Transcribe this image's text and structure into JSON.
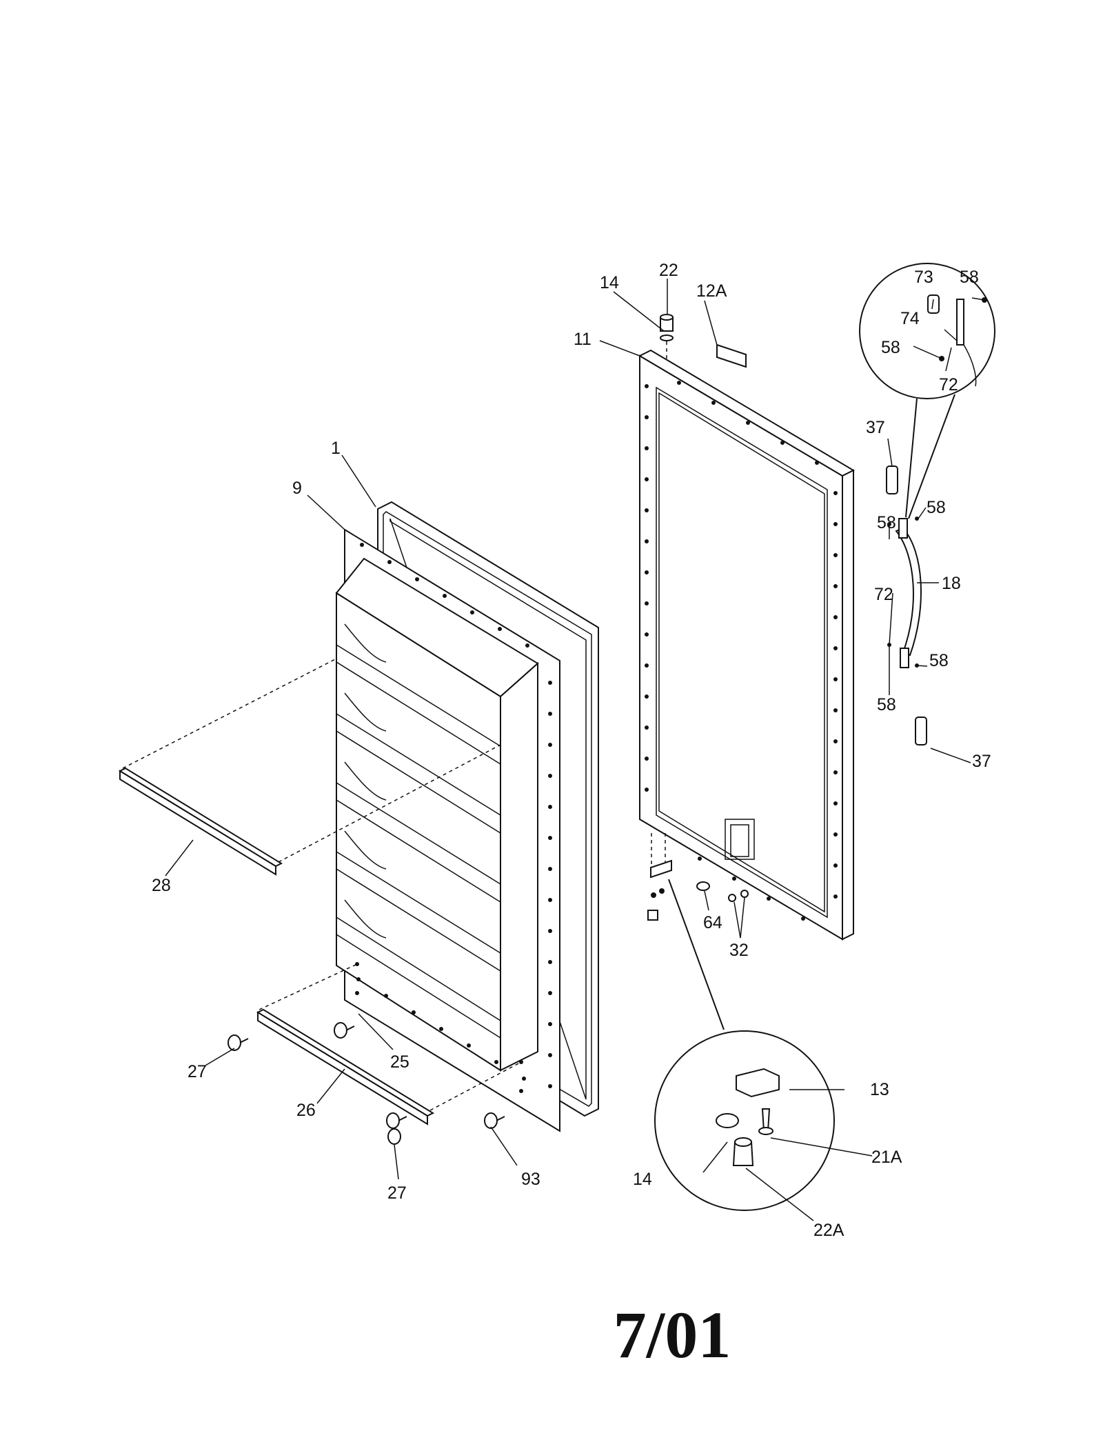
{
  "footer_text": "7/01",
  "callouts": [
    {
      "id": "c1",
      "label": "1"
    },
    {
      "id": "c9",
      "label": "9"
    },
    {
      "id": "c11",
      "label": "11"
    },
    {
      "id": "c12a",
      "label": "12A"
    },
    {
      "id": "c13",
      "label": "13"
    },
    {
      "id": "c14top",
      "label": "14"
    },
    {
      "id": "c14bot",
      "label": "14"
    },
    {
      "id": "c18",
      "label": "18"
    },
    {
      "id": "c21a",
      "label": "21A"
    },
    {
      "id": "c22",
      "label": "22"
    },
    {
      "id": "c22a",
      "label": "22A"
    },
    {
      "id": "c25",
      "label": "25"
    },
    {
      "id": "c26",
      "label": "26"
    },
    {
      "id": "c27a",
      "label": "27"
    },
    {
      "id": "c27b",
      "label": "27"
    },
    {
      "id": "c28",
      "label": "28"
    },
    {
      "id": "c32",
      "label": "32"
    },
    {
      "id": "c37a",
      "label": "37"
    },
    {
      "id": "c37b",
      "label": "37"
    },
    {
      "id": "c58a",
      "label": "58"
    },
    {
      "id": "c58b",
      "label": "58"
    },
    {
      "id": "c58c",
      "label": "58"
    },
    {
      "id": "c58d",
      "label": "58"
    },
    {
      "id": "c58e",
      "label": "58"
    },
    {
      "id": "c58f",
      "label": "58"
    },
    {
      "id": "c64",
      "label": "64"
    },
    {
      "id": "c72a",
      "label": "72"
    },
    {
      "id": "c72b",
      "label": "72"
    },
    {
      "id": "c73",
      "label": "73"
    },
    {
      "id": "c74",
      "label": "74"
    },
    {
      "id": "c93",
      "label": "93"
    }
  ]
}
